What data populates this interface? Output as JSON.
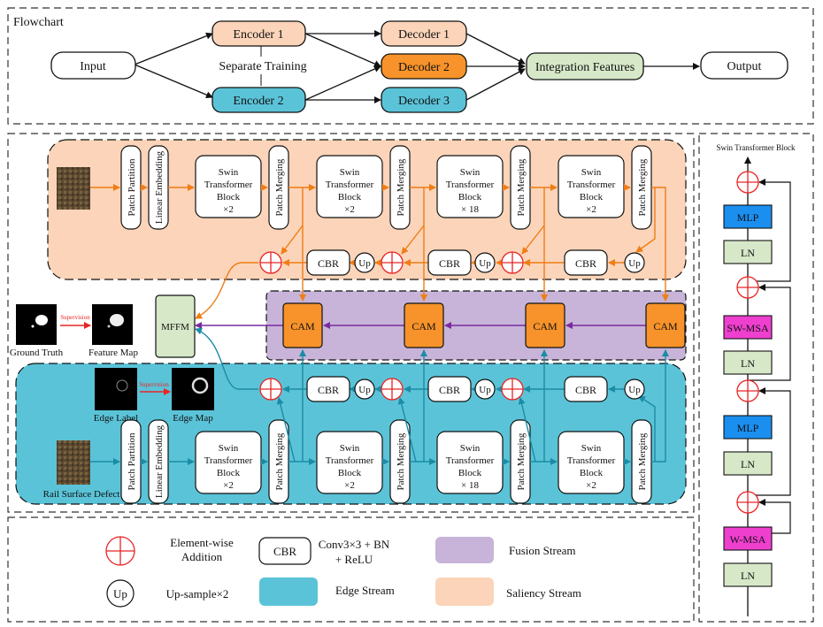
{
  "flowchart": {
    "title": "Flowchart",
    "input": "Input",
    "encoder1": "Encoder 1",
    "encoder2": "Encoder 2",
    "separate": "Separate Training",
    "decoder1": "Decoder 1",
    "decoder2": "Decoder 2",
    "decoder3": "Decoder 3",
    "integration": "Integration Features",
    "output": "Output"
  },
  "net": {
    "patch_partition": "Patch Partition",
    "linear_embedding": "Linear Embedding",
    "patch_merging": "Patch Merging",
    "swin_l1": "Swin",
    "swin_l2": "Transformer",
    "swin_l3": "Block",
    "x2": "×2",
    "x18": "× 18",
    "cbr": "CBR",
    "up": "Up",
    "cam": "CAM",
    "mffm": "MFFM",
    "supervision": "Supervision",
    "ground_truth": "Ground Truth",
    "feature_map": "Feature Map",
    "edge_label": "Edge Label",
    "edge_map": "Edge Map",
    "rail_defect": "Rail Surface Defect"
  },
  "block": {
    "title": "Swin Transformer Block",
    "mlp": "MLP",
    "ln": "LN",
    "sw_msa": "SW-MSA",
    "w_msa": "W-MSA"
  },
  "legend": {
    "addition1": "Element-wise",
    "addition2": "Addition",
    "cbr": "CBR",
    "cbr_desc1": "Conv3×3 + BN",
    "cbr_desc2": "+ ReLU",
    "fusion": "Fusion Stream",
    "up": "Up",
    "upsample": "Up-sample×2",
    "edge": "Edge Stream",
    "saliency": "Saliency Stream"
  },
  "colors": {
    "saliency_bg": "#fbd4b9",
    "edge_bg": "#5bc3d8",
    "fusion_bg": "#c7b4d8",
    "cam": "#f7932a",
    "mffm": "#d6e8c8",
    "integration": "#d6e8c8",
    "encoder1": "#fbd4b9",
    "encoder2": "#5bc3d8",
    "decoder2": "#f7932a",
    "mlp": "#1a8ff0",
    "msa": "#ef3fcf",
    "ln": "#d6e8c8",
    "orange_line": "#f07d14",
    "teal_line": "#1a8ca6",
    "purple_line": "#7a2aa0",
    "plus_red": "#e82424"
  }
}
